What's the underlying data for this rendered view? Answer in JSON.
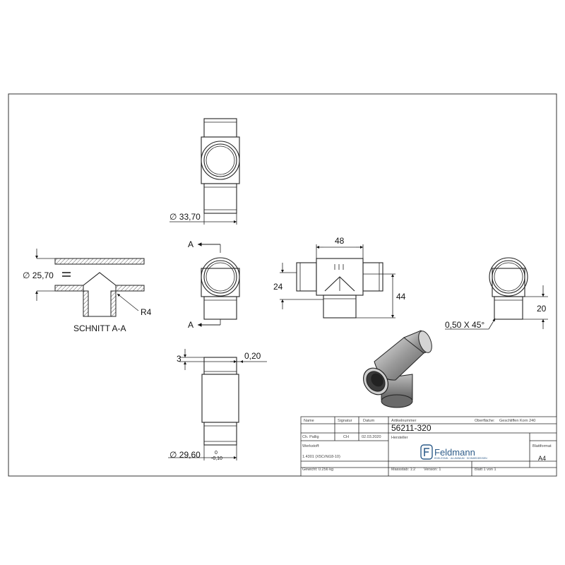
{
  "views": {
    "top": {
      "diameter": "∅ 33,70"
    },
    "section": {
      "diameter": "∅ 25,70",
      "radius": "R4",
      "caption": "SCHNITT A-A"
    },
    "front": {
      "cut_label_top": "A",
      "cut_label_bottom": "A"
    },
    "side": {
      "width": "48",
      "height_left": "24",
      "height_right": "44"
    },
    "right": {
      "chamfer": "0,50 X 45°",
      "height": "20"
    },
    "bottom": {
      "dim_left": "3",
      "dim_right": "0,20",
      "diameter": "∅ 29,60",
      "tol_upper": "0",
      "tol_lower": "-0,10"
    }
  },
  "title_block": {
    "headers": {
      "name": "Name",
      "signature": "Signatur",
      "date": "Datum",
      "article_no": "Artikelnummer",
      "surface": "Oberfläche:",
      "format": "Blattformat"
    },
    "checked_by": "Ch. Pallig",
    "signature": "CH",
    "date": "02.03.2020",
    "article_number": "56211-320",
    "surface": "Geschliffen Korn 240",
    "manufacturer_label": "Hersteller",
    "material_label": "Werkstoff:",
    "material": "1.4301 (X5CrNi18-10)",
    "weight": "Gewicht: 0.256 kg",
    "scale": "Massstab: 1:2",
    "version": "Version: 1",
    "sheet": "Blatt 1 von 1",
    "format": "A4",
    "logo_text": "Feldmann",
    "logo_subtext": "EDELSTAHL · ALUMINIUM · SCHMIEDEEISEN"
  }
}
